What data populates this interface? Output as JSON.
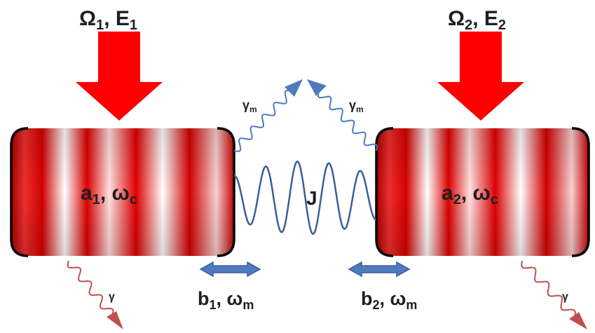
{
  "labels": {
    "drive_left": {
      "main": "Ω",
      "sub": "1",
      "tail": ", E",
      "tail_sub": "1"
    },
    "drive_right": {
      "main": "Ω",
      "sub": "2",
      "tail": ", E",
      "tail_sub": "2"
    },
    "cavity_left": {
      "main": "a",
      "sub": "1",
      "tail": ", ω",
      "tail_sub": "c"
    },
    "cavity_right": {
      "main": "a",
      "sub": "2",
      "tail": ", ω",
      "tail_sub": "c"
    },
    "mech_left": {
      "main": "b",
      "sub": "1",
      "tail": ", ω",
      "tail_sub": "m"
    },
    "mech_right": {
      "main": "b",
      "sub": "2",
      "tail": ", ω",
      "tail_sub": "m"
    },
    "coupling": "J",
    "gamma_m_left": {
      "main": "γ",
      "sub": "m"
    },
    "gamma_m_right": {
      "main": "γ",
      "sub": "m"
    },
    "gamma_left": "γ",
    "gamma_right": "γ"
  },
  "colors": {
    "drive_arrow": "#ff0000",
    "cavity_stripe": "#dd0000",
    "cavity_edge": "#000000",
    "wave": "#3a5f9a",
    "double_arrow": "#4f7bbd",
    "decay_arrow": "#c0504d"
  }
}
